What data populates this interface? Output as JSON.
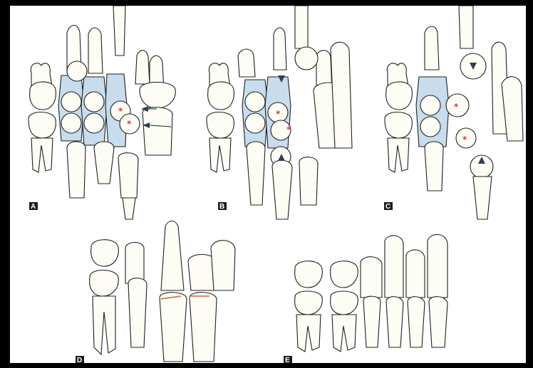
{
  "panels": [
    {
      "id": "A",
      "label": "A"
    },
    {
      "id": "B",
      "label": "B"
    },
    {
      "id": "C",
      "label": "C"
    },
    {
      "id": "D",
      "label": "D"
    },
    {
      "id": "E",
      "label": "E"
    }
  ],
  "markers": {
    "star_symbol": "*",
    "highlight_color": "#c7dced",
    "star_color": "#d8383b",
    "arrow_color": "#2f3e54",
    "contact_color": "#d65d35"
  }
}
